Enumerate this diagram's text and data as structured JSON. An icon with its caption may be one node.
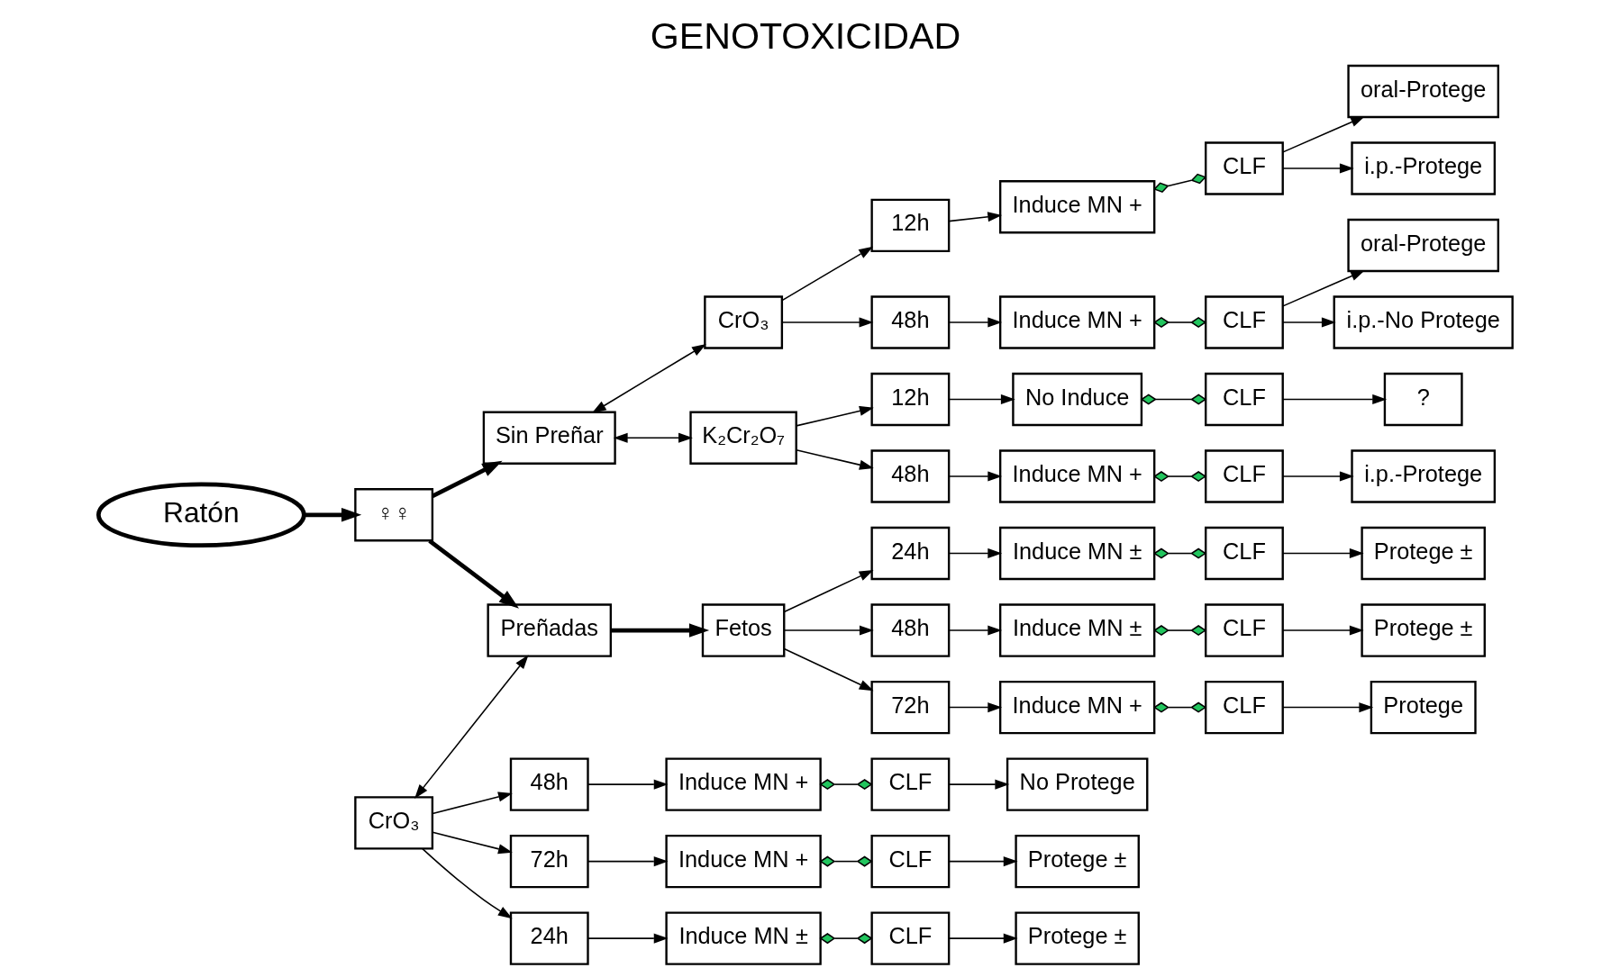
{
  "diagram": {
    "title": "GENOTOXICIDAD",
    "nodes": [
      {
        "text": [
          "Ratón"
        ]
      },
      {
        "text": [
          "♀♀"
        ]
      },
      {
        "text": [
          "Preñadas"
        ]
      },
      {
        "text": [
          "Sin Preñar"
        ]
      },
      {
        "text": [
          "CrO₃"
        ]
      },
      {
        "text": [
          "24h"
        ]
      },
      {
        "text": [
          "48h"
        ]
      },
      {
        "text": [
          "72h"
        ]
      },
      {
        "text": [
          "Induce MN ±"
        ]
      },
      {
        "text": [
          "Induce MN +"
        ]
      },
      {
        "text": [
          "Induce MN +"
        ]
      },
      {
        "text": [
          "CLF"
        ]
      },
      {
        "text": [
          "CLF"
        ]
      },
      {
        "text": [
          "CLF"
        ]
      },
      {
        "text": [
          "Protege ±"
        ]
      },
      {
        "text": [
          "No Protege"
        ]
      },
      {
        "text": [
          "Protege ±"
        ]
      },
      {
        "text": [
          "Fetos"
        ]
      },
      {
        "text": [
          "24h"
        ]
      },
      {
        "text": [
          "48h"
        ]
      },
      {
        "text": [
          "72h"
        ]
      },
      {
        "text": [
          "Induce MN ±"
        ]
      },
      {
        "text": [
          "Induce MN ±"
        ]
      },
      {
        "text": [
          "Induce MN +"
        ]
      },
      {
        "text": [
          "CLF"
        ]
      },
      {
        "text": [
          "CLF"
        ]
      },
      {
        "text": [
          "CLF"
        ]
      },
      {
        "text": [
          "Protege ±"
        ]
      },
      {
        "text": [
          "Protege ±"
        ]
      },
      {
        "text": [
          "Protege"
        ]
      },
      {
        "text": [
          "CrO₃"
        ]
      },
      {
        "text": [
          "12h"
        ]
      },
      {
        "text": [
          "Induce MN +"
        ]
      },
      {
        "text": [
          "CLF"
        ]
      },
      {
        "text": [
          "i.p.-Protege"
        ]
      },
      {
        "text": [
          "oral-Protege"
        ]
      },
      {
        "text": [
          "48h"
        ]
      },
      {
        "text": [
          "Induce MN +"
        ]
      },
      {
        "text": [
          "CLF"
        ]
      },
      {
        "text": [
          "i.p.-No Protege"
        ]
      },
      {
        "text": [
          "oral-Protege"
        ]
      },
      {
        "text": [
          "K₂Cr₂O₇"
        ]
      },
      {
        "text": [
          "12h"
        ]
      },
      {
        "text": [
          "No Induce"
        ]
      },
      {
        "text": [
          "CLF"
        ]
      },
      {
        "text": [
          "?"
        ]
      },
      {
        "text": [
          "48h"
        ]
      },
      {
        "text": [
          "Induce MN +"
        ]
      },
      {
        "text": [
          "CLF"
        ]
      },
      {
        "text": [
          "i.p.-Protege"
        ]
      }
    ],
    "edges": [
      {
        "from": 0,
        "to": 1,
        "arrow": "to",
        "style": "thick"
      },
      {
        "from": 1,
        "to": 2,
        "arrow": "to",
        "style": "thick"
      },
      {
        "from": 1,
        "to": 3,
        "arrow": "to",
        "style": "thick"
      },
      {
        "from": 2,
        "to": 17,
        "arrow": "to",
        "style": "thick"
      },
      {
        "from": 4,
        "to": 2,
        "arrow": "both"
      },
      {
        "from": 4,
        "to": 5,
        "arrow": "to"
      },
      {
        "from": 4,
        "to": 6,
        "arrow": "to"
      },
      {
        "from": 4,
        "to": 7,
        "arrow": "to"
      },
      {
        "from": 5,
        "to": 8,
        "arrow": "to"
      },
      {
        "from": 6,
        "to": 9,
        "arrow": "to"
      },
      {
        "from": 7,
        "to": 10,
        "arrow": "to"
      },
      {
        "from": 8,
        "to": 11,
        "arrow": "other"
      },
      {
        "from": 9,
        "to": 12,
        "arrow": "other"
      },
      {
        "from": 10,
        "to": 13,
        "arrow": "other"
      },
      {
        "from": 11,
        "to": 14,
        "arrow": "to"
      },
      {
        "from": 12,
        "to": 15,
        "arrow": "to"
      },
      {
        "from": 13,
        "to": 16,
        "arrow": "to"
      },
      {
        "from": 17,
        "to": 18,
        "arrow": "to"
      },
      {
        "from": 17,
        "to": 19,
        "arrow": "to"
      },
      {
        "from": 17,
        "to": 20,
        "arrow": "to"
      },
      {
        "from": 18,
        "to": 21,
        "arrow": "to"
      },
      {
        "from": 19,
        "to": 22,
        "arrow": "to"
      },
      {
        "from": 20,
        "to": 23,
        "arrow": "to"
      },
      {
        "from": 21,
        "to": 24,
        "arrow": "other"
      },
      {
        "from": 22,
        "to": 25,
        "arrow": "other"
      },
      {
        "from": 23,
        "to": 26,
        "arrow": "other"
      },
      {
        "from": 24,
        "to": 27,
        "arrow": "to"
      },
      {
        "from": 25,
        "to": 28,
        "arrow": "to"
      },
      {
        "from": 26,
        "to": 29,
        "arrow": "to"
      },
      {
        "from": 3,
        "to": 30,
        "arrow": "both"
      },
      {
        "from": 3,
        "to": 41,
        "arrow": "both"
      },
      {
        "from": 30,
        "to": 31,
        "arrow": "to"
      },
      {
        "from": 30,
        "to": 36,
        "arrow": "to"
      },
      {
        "from": 31,
        "to": 32,
        "arrow": "to"
      },
      {
        "from": 32,
        "to": 33,
        "arrow": "other"
      },
      {
        "from": 33,
        "to": 34,
        "arrow": "to"
      },
      {
        "from": 33,
        "to": 35,
        "arrow": "to"
      },
      {
        "from": 36,
        "to": 37,
        "arrow": "to"
      },
      {
        "from": 37,
        "to": 38,
        "arrow": "other"
      },
      {
        "from": 38,
        "to": 39,
        "arrow": "to"
      },
      {
        "from": 38,
        "to": 40,
        "arrow": "to"
      },
      {
        "from": 41,
        "to": 42,
        "arrow": "to"
      },
      {
        "from": 41,
        "to": 46,
        "arrow": "to"
      },
      {
        "from": 42,
        "to": 43,
        "arrow": "to"
      },
      {
        "from": 43,
        "to": 44,
        "arrow": "other"
      },
      {
        "from": 44,
        "to": 45,
        "arrow": "to"
      },
      {
        "from": 46,
        "to": 47,
        "arrow": "to"
      },
      {
        "from": 47,
        "to": 48,
        "arrow": "other"
      },
      {
        "from": 48,
        "to": 49,
        "arrow": "to"
      }
    ]
  }
}
